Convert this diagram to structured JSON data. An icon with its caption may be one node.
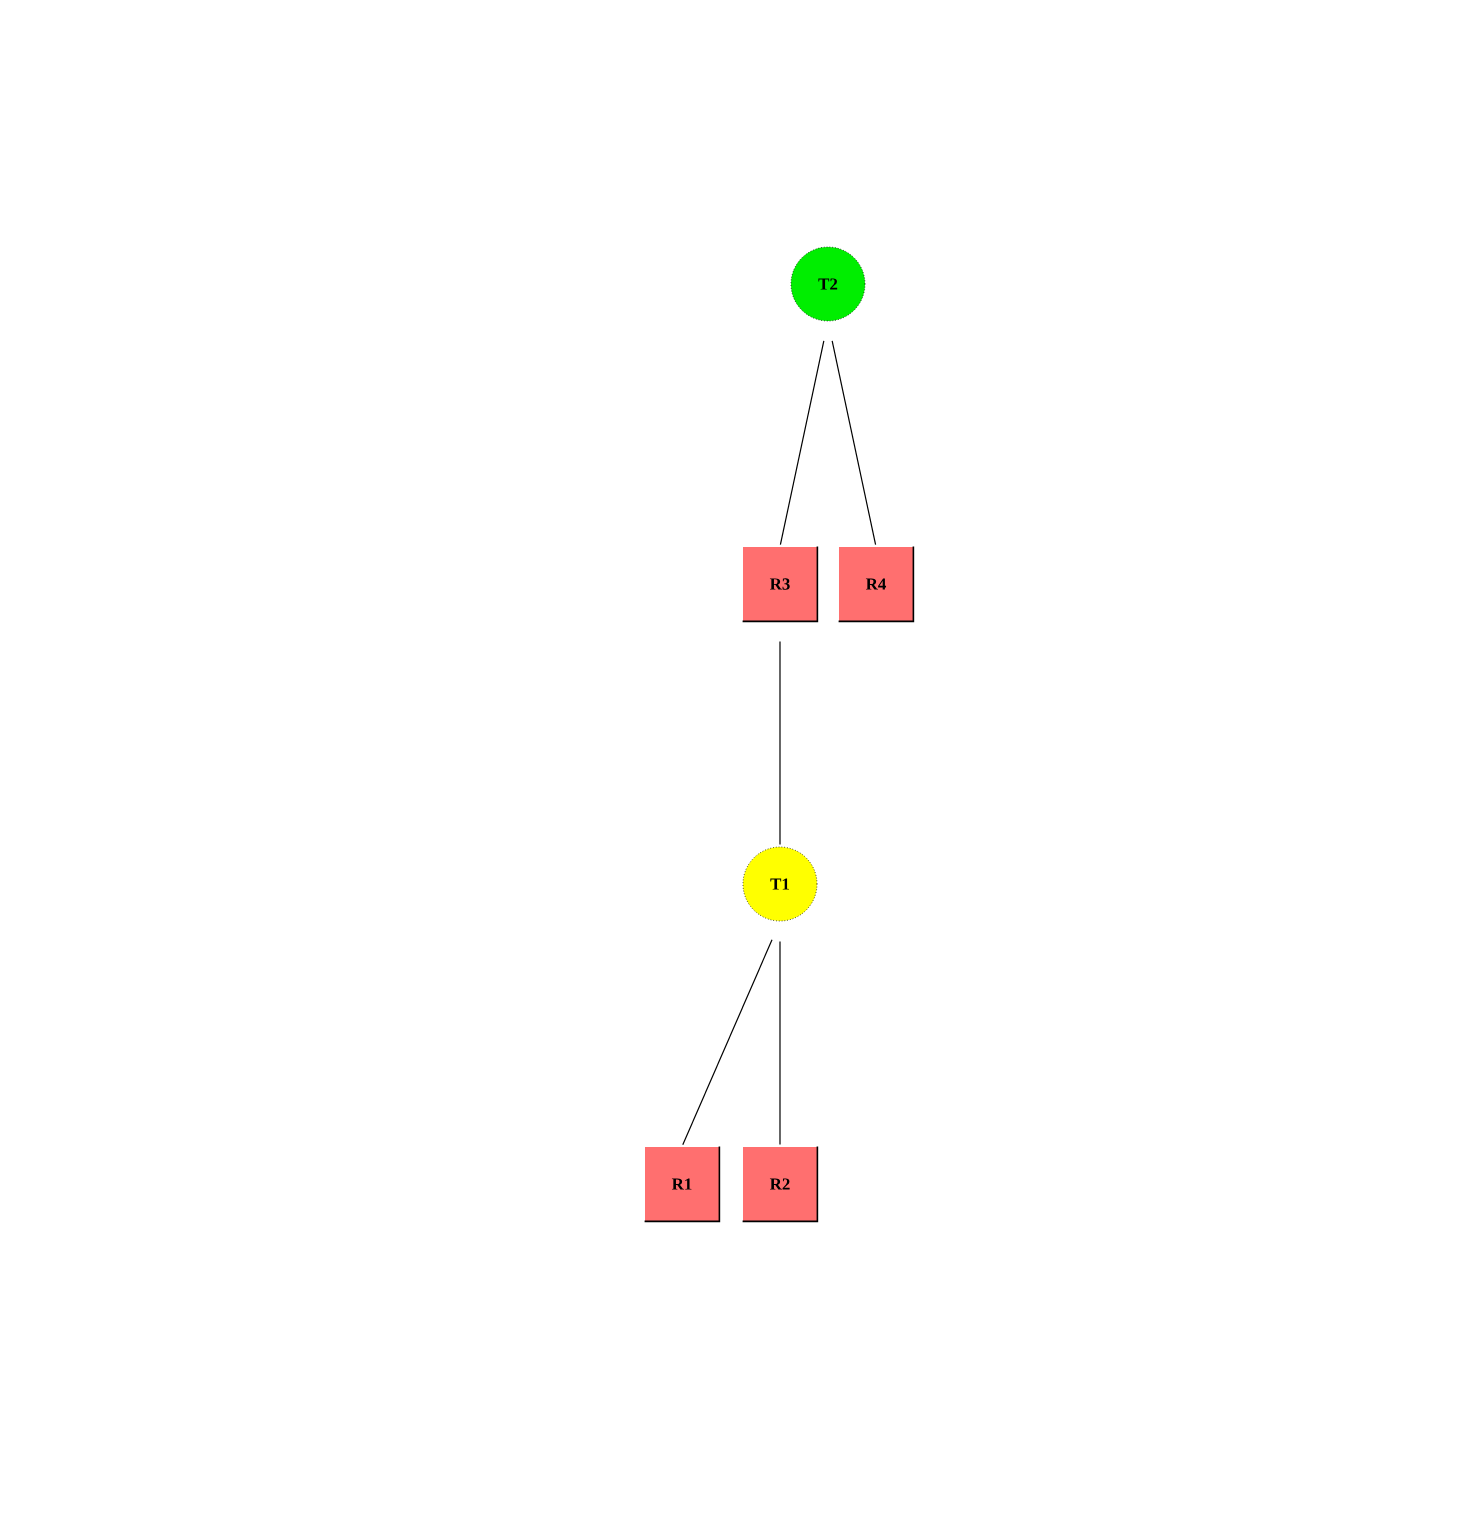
{
  "diagram": {
    "nodes": [
      {
        "text": [
          "T2"
        ]
      },
      {
        "text": [
          "R3"
        ]
      },
      {
        "text": [
          "R4"
        ]
      },
      {
        "text": [
          "T1"
        ]
      },
      {
        "text": [
          "R1"
        ]
      },
      {
        "text": [
          "R2"
        ]
      }
    ],
    "edges": [
      {
        "from": 0,
        "to": 1,
        "arrow": "none"
      },
      {
        "from": 0,
        "to": 2,
        "arrow": "none"
      },
      {
        "from": 1,
        "to": 3,
        "arrow": "none"
      },
      {
        "from": 3,
        "to": 4,
        "arrow": "none"
      },
      {
        "from": 3,
        "to": 5,
        "arrow": "none"
      }
    ]
  }
}
